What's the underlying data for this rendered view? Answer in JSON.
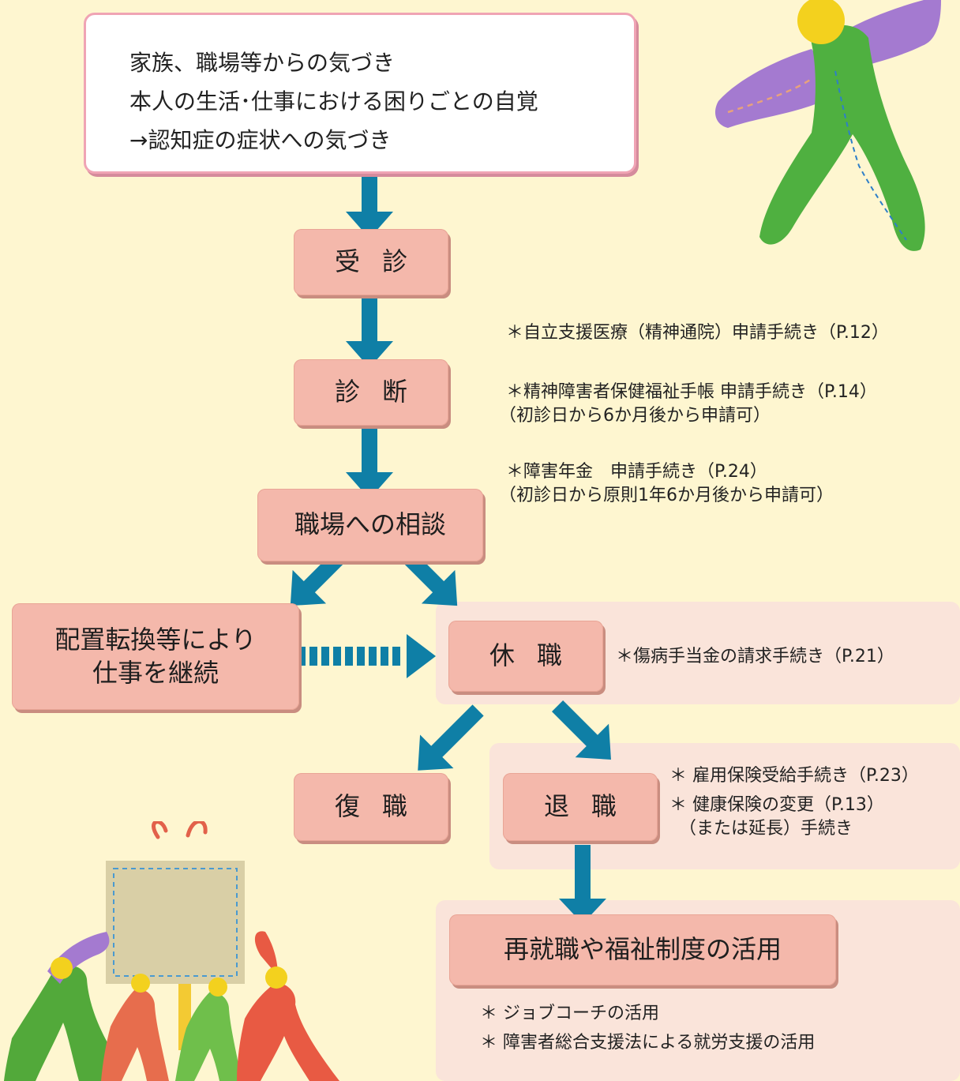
{
  "awareness": {
    "lines": [
      "家族、職場等からの気づき",
      "本人の生活･仕事における困りごとの自覚",
      "→認知症の症状への気づき"
    ]
  },
  "steps": {
    "consultation": "受診",
    "diagnosis": "診断",
    "workplace_consult": "職場への相談",
    "reassignment_line1": "配置転換等により",
    "reassignment_line2": "仕事を継続",
    "leave": "休職",
    "return": "復職",
    "retirement": "退職",
    "reemployment": "再就職や福祉制度の活用"
  },
  "notes": {
    "medical_support": "＊自立支援医療（精神通院）申請手続き（P.12）",
    "handbook": "＊精神障害者保健福祉手帳 申請手続き（P.14）",
    "handbook_sub": "（初診日から6か月後から申請可）",
    "pension": "＊障害年金　申請手続き（P.24）",
    "pension_sub": "（初診日から原則1年6か月後から申請可）",
    "sickness_allowance": "＊傷病手当金の請求手続き（P.21）",
    "employment_insurance": "＊ 雇用保険受給手続き（P.23）",
    "health_insurance": "＊ 健康保険の変更（P.13）",
    "health_insurance_sub": "（または延長）手続き",
    "job_coach": "＊ ジョブコーチの活用",
    "employment_support": "＊ 障害者総合支援法による就労支援の活用"
  },
  "colors": {
    "arrow": "#0f7fa6",
    "box": "#f4b8ab",
    "panel": "#fae4da",
    "background": "#fef6d0"
  }
}
